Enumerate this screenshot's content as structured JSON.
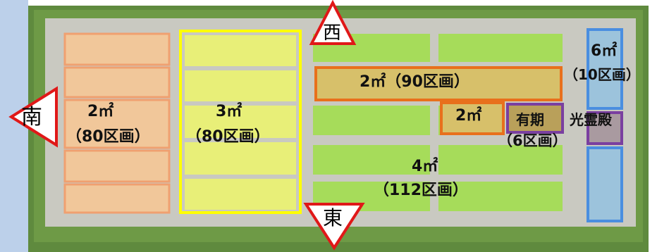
{
  "colors": {
    "south_block": "#f0a070",
    "west_yellow_block": "#ffff00",
    "orange_block": "#e8701c",
    "purple_block": "#7a3fa0",
    "blue_block": "#4a8ee0",
    "arrow": "#e01818"
  },
  "directions": {
    "west": "西",
    "south": "南",
    "east": "東"
  },
  "sections": {
    "south_area": {
      "size": "2㎡",
      "count": "（80区画）"
    },
    "yellow_area": {
      "size": "3㎡",
      "count": "（80区画）"
    },
    "orange_top": {
      "text": "2㎡（90区画）"
    },
    "orange_small": {
      "text": "2㎡"
    },
    "yuuki": {
      "name": "有期",
      "count": "（6区画）"
    },
    "green_area": {
      "size": "4㎡",
      "count": "（112区画）"
    },
    "right_top": {
      "size": "6㎡",
      "count": "（10区画）"
    },
    "koureiden": {
      "name": "光霊殿"
    }
  }
}
